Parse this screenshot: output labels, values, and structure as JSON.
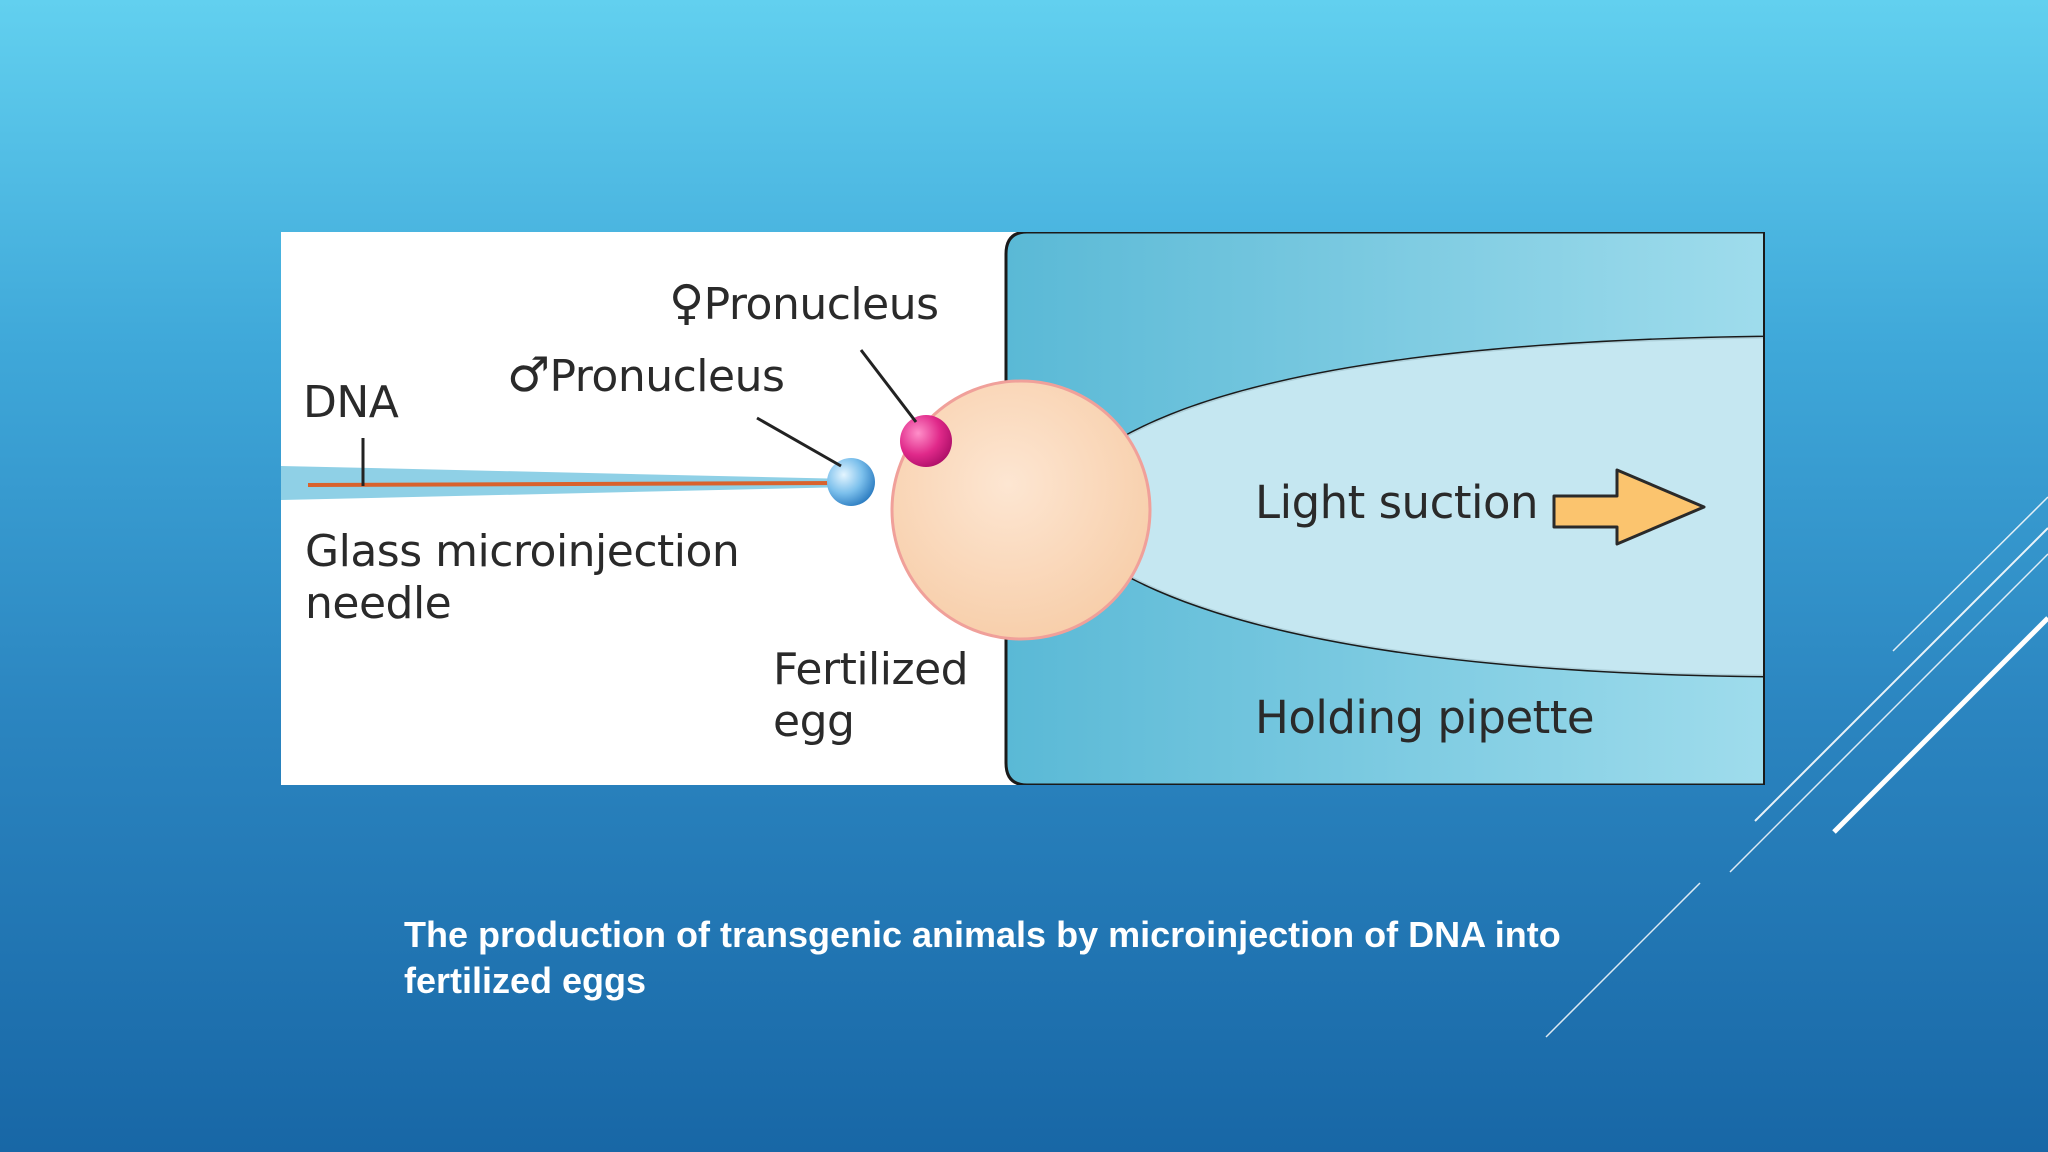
{
  "slide": {
    "caption": "The production of transgenic animals by microinjection of DNA into fertilized eggs"
  },
  "diagram": {
    "labels": {
      "dna": "DNA",
      "male_pronucleus": "Pronucleus",
      "female_pronucleus": "Pronucleus",
      "needle": "Glass microinjection\nneedle",
      "egg": "Fertilized\negg",
      "suction": "Light suction",
      "pipette": "Holding pipette"
    },
    "symbols": {
      "male": "♂",
      "female": "♀"
    },
    "colors": {
      "egg": "#fbd9bf",
      "egg_outline": "#f0a09a",
      "female_pronucleus": "#e0298a",
      "male_pronucleus": "#5aa6de",
      "pipette": "#6ec3dd",
      "arrow": "#fbc46e",
      "needle_glass": "#8fd0e6",
      "dna_strand": "#d9622d"
    }
  }
}
